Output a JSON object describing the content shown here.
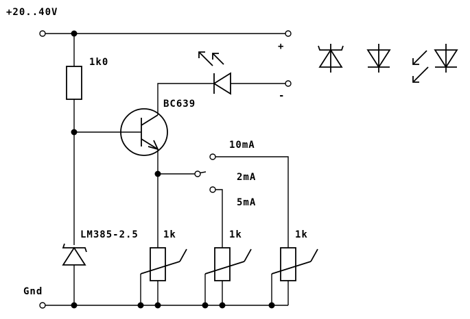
{
  "labels": {
    "supply": "+20..40V",
    "plus": "+",
    "minus": "-",
    "ground": "Gnd",
    "r1": "1k0",
    "transistor": "BC639",
    "reference": "LM385-2.5",
    "current_10": "10mA",
    "current_2": "2mA",
    "current_5": "5mA",
    "pot_1": "1k",
    "pot_2": "1k",
    "pot_3": "1k"
  }
}
